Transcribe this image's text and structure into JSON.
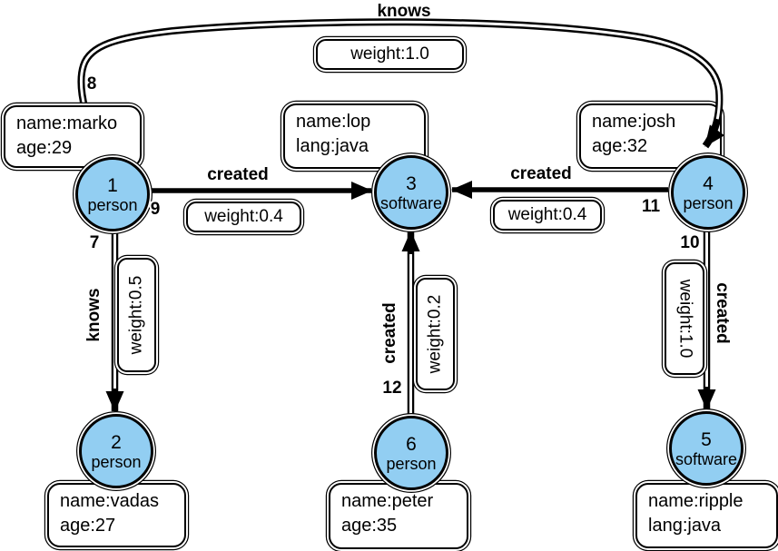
{
  "graph": {
    "colors": {
      "node_fill": "#92CEF2",
      "stroke": "#000000",
      "box_fill": "#FFFFFF"
    },
    "nodes": [
      {
        "id": "1",
        "label": "person",
        "props": [
          "name:marko",
          "age:29"
        ]
      },
      {
        "id": "2",
        "label": "person",
        "props": [
          "name:vadas",
          "age:27"
        ]
      },
      {
        "id": "3",
        "label": "software",
        "props": [
          "name:lop",
          "lang:java"
        ]
      },
      {
        "id": "4",
        "label": "person",
        "props": [
          "name:josh",
          "age:32"
        ]
      },
      {
        "id": "5",
        "label": "software",
        "props": [
          "name:ripple",
          "lang:java"
        ]
      },
      {
        "id": "6",
        "label": "person",
        "props": [
          "name:peter",
          "age:35"
        ]
      }
    ],
    "edges": [
      {
        "id": "7",
        "from": "1",
        "to": "2",
        "label": "knows",
        "weight": "weight:0.5"
      },
      {
        "id": "8",
        "from": "1",
        "to": "4",
        "label": "knows",
        "weight": "weight:1.0"
      },
      {
        "id": "9",
        "from": "1",
        "to": "3",
        "label": "created",
        "weight": "weight:0.4"
      },
      {
        "id": "10",
        "from": "4",
        "to": "5",
        "label": "created",
        "weight": "weight:1.0"
      },
      {
        "id": "11",
        "from": "4",
        "to": "3",
        "label": "created",
        "weight": "weight:0.4"
      },
      {
        "id": "12",
        "from": "6",
        "to": "3",
        "label": "created",
        "weight": "weight:0.2"
      }
    ]
  }
}
